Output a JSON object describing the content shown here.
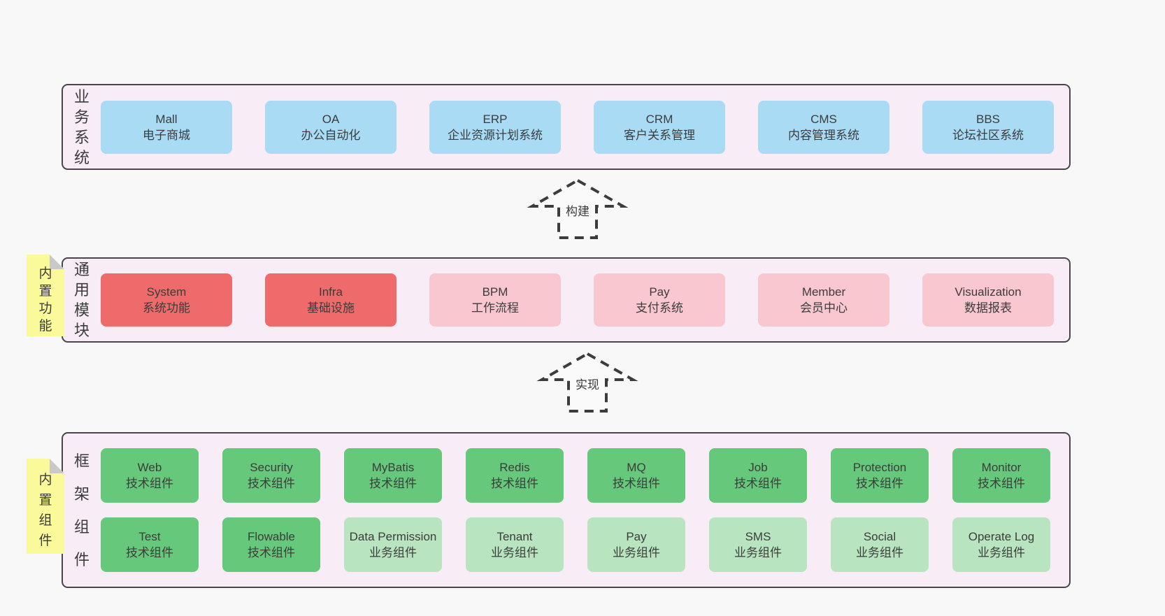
{
  "diagram": {
    "background": "#f8f8f8",
    "text_color": "#3a3a3a",
    "container_fill": "#f8edf6",
    "container_border": "#4a444b",
    "note": {
      "fill": "#fafa9b",
      "fold": "#c9c9c9"
    },
    "palette": {
      "blue": "#a9dbf4",
      "red": "#ef6a6b",
      "pink": "#f9c7cf",
      "green": "#66c87a",
      "lightgreen": "#b8e5bf"
    },
    "arrows": [
      {
        "label": "构建"
      },
      {
        "label": "实现"
      }
    ],
    "sections": [
      {
        "name": "business-systems",
        "side_label": "业务系统",
        "note_label": null,
        "rows": [
          [
            {
              "title": "Mall",
              "subtitle": "电子商城",
              "color": "blue"
            },
            {
              "title": "OA",
              "subtitle": "办公自动化",
              "color": "blue"
            },
            {
              "title": "ERP",
              "subtitle": "企业资源计划系统",
              "color": "blue"
            },
            {
              "title": "CRM",
              "subtitle": "客户关系管理",
              "color": "blue"
            },
            {
              "title": "CMS",
              "subtitle": "内容管理系统",
              "color": "blue"
            },
            {
              "title": "BBS",
              "subtitle": "论坛社区系统",
              "color": "blue"
            }
          ]
        ]
      },
      {
        "name": "common-modules",
        "side_label": "通用模块",
        "note_label": "内置功能",
        "rows": [
          [
            {
              "title": "System",
              "subtitle": "系统功能",
              "color": "red"
            },
            {
              "title": "Infra",
              "subtitle": "基础设施",
              "color": "red"
            },
            {
              "title": "BPM",
              "subtitle": "工作流程",
              "color": "pink"
            },
            {
              "title": "Pay",
              "subtitle": "支付系统",
              "color": "pink"
            },
            {
              "title": "Member",
              "subtitle": "会员中心",
              "color": "pink"
            },
            {
              "title": "Visualization",
              "subtitle": "数据报表",
              "color": "pink"
            }
          ]
        ]
      },
      {
        "name": "framework-components",
        "side_label": "框架组件",
        "note_label": "内置组件",
        "rows": [
          [
            {
              "title": "Web",
              "subtitle": "技术组件",
              "color": "green"
            },
            {
              "title": "Security",
              "subtitle": "技术组件",
              "color": "green"
            },
            {
              "title": "MyBatis",
              "subtitle": "技术组件",
              "color": "green"
            },
            {
              "title": "Redis",
              "subtitle": "技术组件",
              "color": "green"
            },
            {
              "title": "MQ",
              "subtitle": "技术组件",
              "color": "green"
            },
            {
              "title": "Job",
              "subtitle": "技术组件",
              "color": "green"
            },
            {
              "title": "Protection",
              "subtitle": "技术组件",
              "color": "green"
            },
            {
              "title": "Monitor",
              "subtitle": "技术组件",
              "color": "green"
            }
          ],
          [
            {
              "title": "Test",
              "subtitle": "技术组件",
              "color": "green"
            },
            {
              "title": "Flowable",
              "subtitle": "技术组件",
              "color": "green"
            },
            {
              "title": "Data Permission",
              "subtitle": "业务组件",
              "color": "lightgreen"
            },
            {
              "title": "Tenant",
              "subtitle": "业务组件",
              "color": "lightgreen"
            },
            {
              "title": "Pay",
              "subtitle": "业务组件",
              "color": "lightgreen"
            },
            {
              "title": "SMS",
              "subtitle": "业务组件",
              "color": "lightgreen"
            },
            {
              "title": "Social",
              "subtitle": "业务组件",
              "color": "lightgreen"
            },
            {
              "title": "Operate Log",
              "subtitle": "业务组件",
              "color": "lightgreen"
            }
          ]
        ]
      }
    ]
  }
}
